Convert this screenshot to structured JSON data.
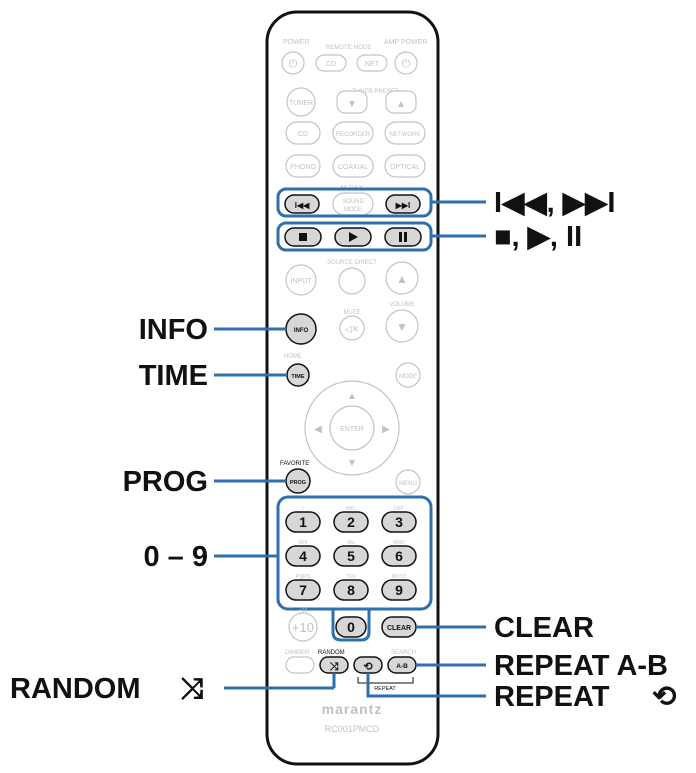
{
  "callouts": {
    "skip": "I◀◀, ▶▶I",
    "transport": "■, ▶, II",
    "info": "INFO",
    "time": "TIME",
    "prog": "PROG",
    "numbers": "0 – 9",
    "clear": "CLEAR",
    "random": "RANDOM",
    "repeat_ab": "REPEAT A-B",
    "repeat": "REPEAT"
  },
  "remote": {
    "power": "POWER",
    "remote_mode": "REMOTE MODE",
    "amp_power": "AMP POWER",
    "cd_small": "CD",
    "net": "NET",
    "tuner_preset": "TUNER PRESET",
    "tuner": "TUNER",
    "cd": "CD",
    "recorder": "RECORDER",
    "network": "NETWORK",
    "phono": "PHONO",
    "coaxial": "COAXIAL",
    "optical": "OPTICAL",
    "mdax": "M-DAX",
    "sound": "SOUND",
    "mode_small": "MODE",
    "source_direct": "SOURCE DIRECT",
    "input": "INPUT",
    "mute": "MUTE",
    "volume": "VOLUME",
    "info_btn": "INFO",
    "home": "HOME",
    "time_btn": "TIME",
    "mode": "MODE",
    "enter": "ENTER",
    "favorite": "FAVORITE",
    "prog_btn": "PROG",
    "menu": "MENU",
    "plus10": "+10",
    "clear_btn": "CLEAR",
    "dimmer": "DIMMER",
    "random_lbl": "RANDOM",
    "search": "SEARCH",
    "ab": "A-B",
    "repeat_lbl": "REPEAT",
    "brand": "marantz",
    "model": "RC001PMCD",
    "keys": [
      "1",
      "2",
      "3",
      "4",
      "5",
      "6",
      "7",
      "8",
      "9",
      "0"
    ],
    "key_letters": [
      "ABC",
      "DEF",
      "GHI",
      "JKL",
      "MNO",
      "PQRS",
      "TUV",
      "WXYZ"
    ]
  }
}
